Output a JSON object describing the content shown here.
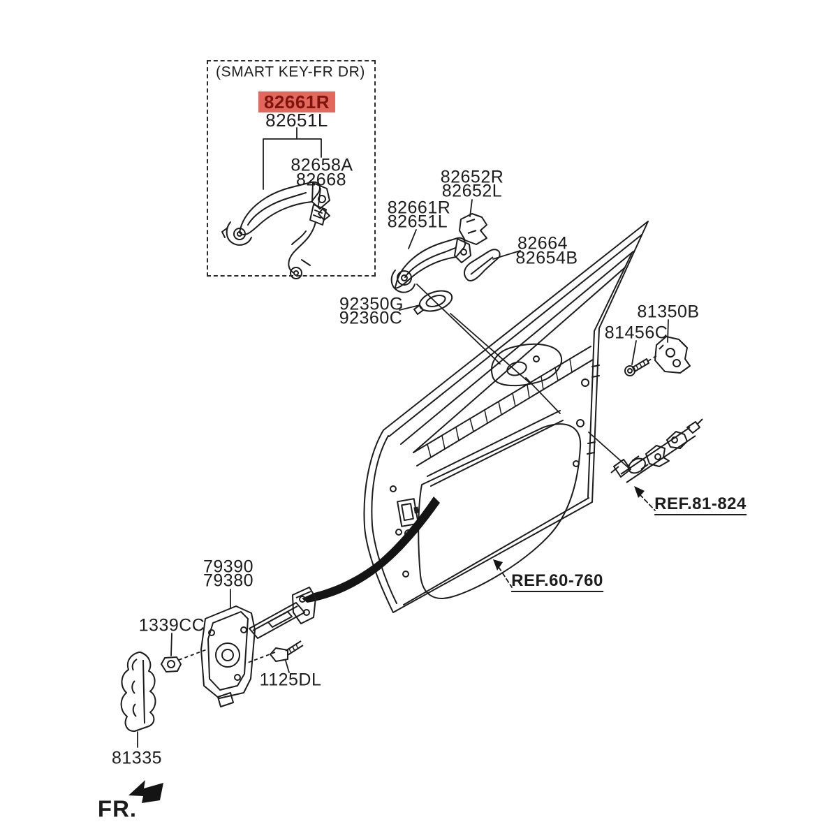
{
  "diagram": {
    "background": "#ffffff",
    "ink_color": "#1c1c1c",
    "highlight": {
      "background": "#e2675c",
      "text_color": "#7e150d"
    },
    "smart_key_box": {
      "title": "(SMART KEY-FR DR)",
      "handle_right": "82661R",
      "handle_left": "82651L",
      "base": "82658A",
      "base_alt": "82668"
    },
    "callouts": {
      "outer_handle": {
        "line1": "82661R",
        "line2": "82651L"
      },
      "handle_end_cover": {
        "line1": "82652R",
        "line2": "82652L"
      },
      "handle_pad": {
        "line1": "82664",
        "line2": "82654B"
      },
      "smart_key_module": {
        "line1": "92350G",
        "line2": "92360C"
      },
      "door_hinge": {
        "label": "81350B"
      },
      "hinge_bolt": {
        "label": "81456C"
      },
      "door_checker": {
        "line1": "79390",
        "line2": "79380"
      },
      "checker_nut": {
        "label": "1339CC"
      },
      "checker_bolt": {
        "label": "1125DL"
      },
      "body_bracket": {
        "label": "81335"
      }
    },
    "references": {
      "door_latch": "REF.81-824",
      "door_panel": "REF.60-760"
    },
    "front_marker": "FR."
  }
}
